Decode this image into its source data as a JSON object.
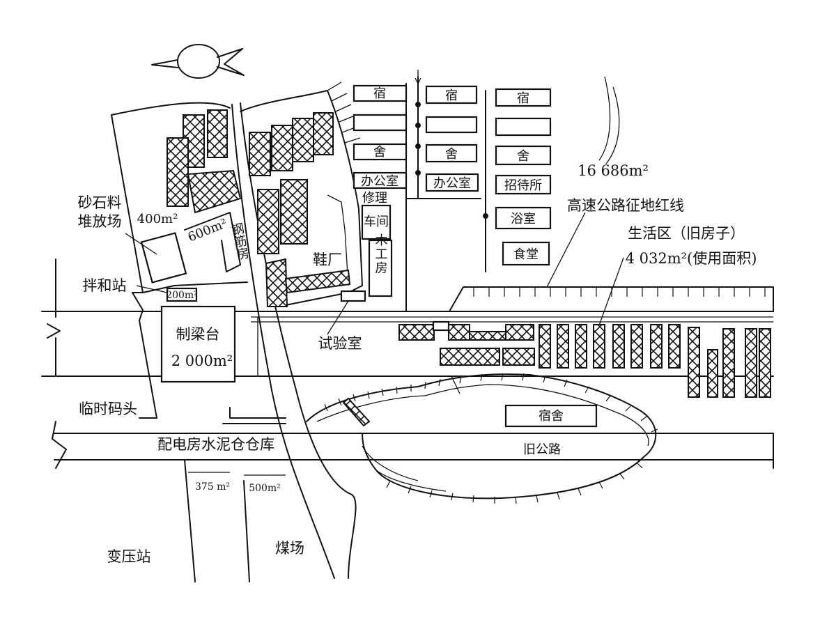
{
  "labels": {
    "su1": "宿",
    "su2": "宿",
    "su3": "宿",
    "she1": "舍",
    "she2": "舍",
    "she3": "舍",
    "bangongshi1": "办公室",
    "bangongshi2": "办公室",
    "zhaodaisuo": "招待所",
    "yushi": "浴室",
    "shitang": "食堂",
    "xiuli": "修理",
    "chejian": "车间",
    "mugongfang": "木工房",
    "xiechang": "鞋厂",
    "shiyanshi": "试验室",
    "gangjin_area": "600m²",
    "gangjin": "钢筋房",
    "shashiliao_1": "砂石料",
    "shashiliao_2": "堆放场",
    "area_400": "400m²",
    "banhezhan": "拌和站",
    "area_200": "200m²",
    "zhiliangtai_1": "制梁台",
    "zhiliangtai_2": "2 000m²",
    "linshi_matou": "临时码头",
    "peidian": "配电房水泥仓仓库",
    "area_375": "375 m²",
    "area_500": "500m²",
    "bianyazhan": "变压站",
    "meichang": "煤场",
    "jiugonglu": "旧公路",
    "sushe_bottom": "宿舍",
    "area_16686": "16 686m²",
    "hongxian": "高速公路征地红线",
    "shenghuoqu": "生活区（旧房子）",
    "area_4032": "4 032m²(使用面积)"
  }
}
